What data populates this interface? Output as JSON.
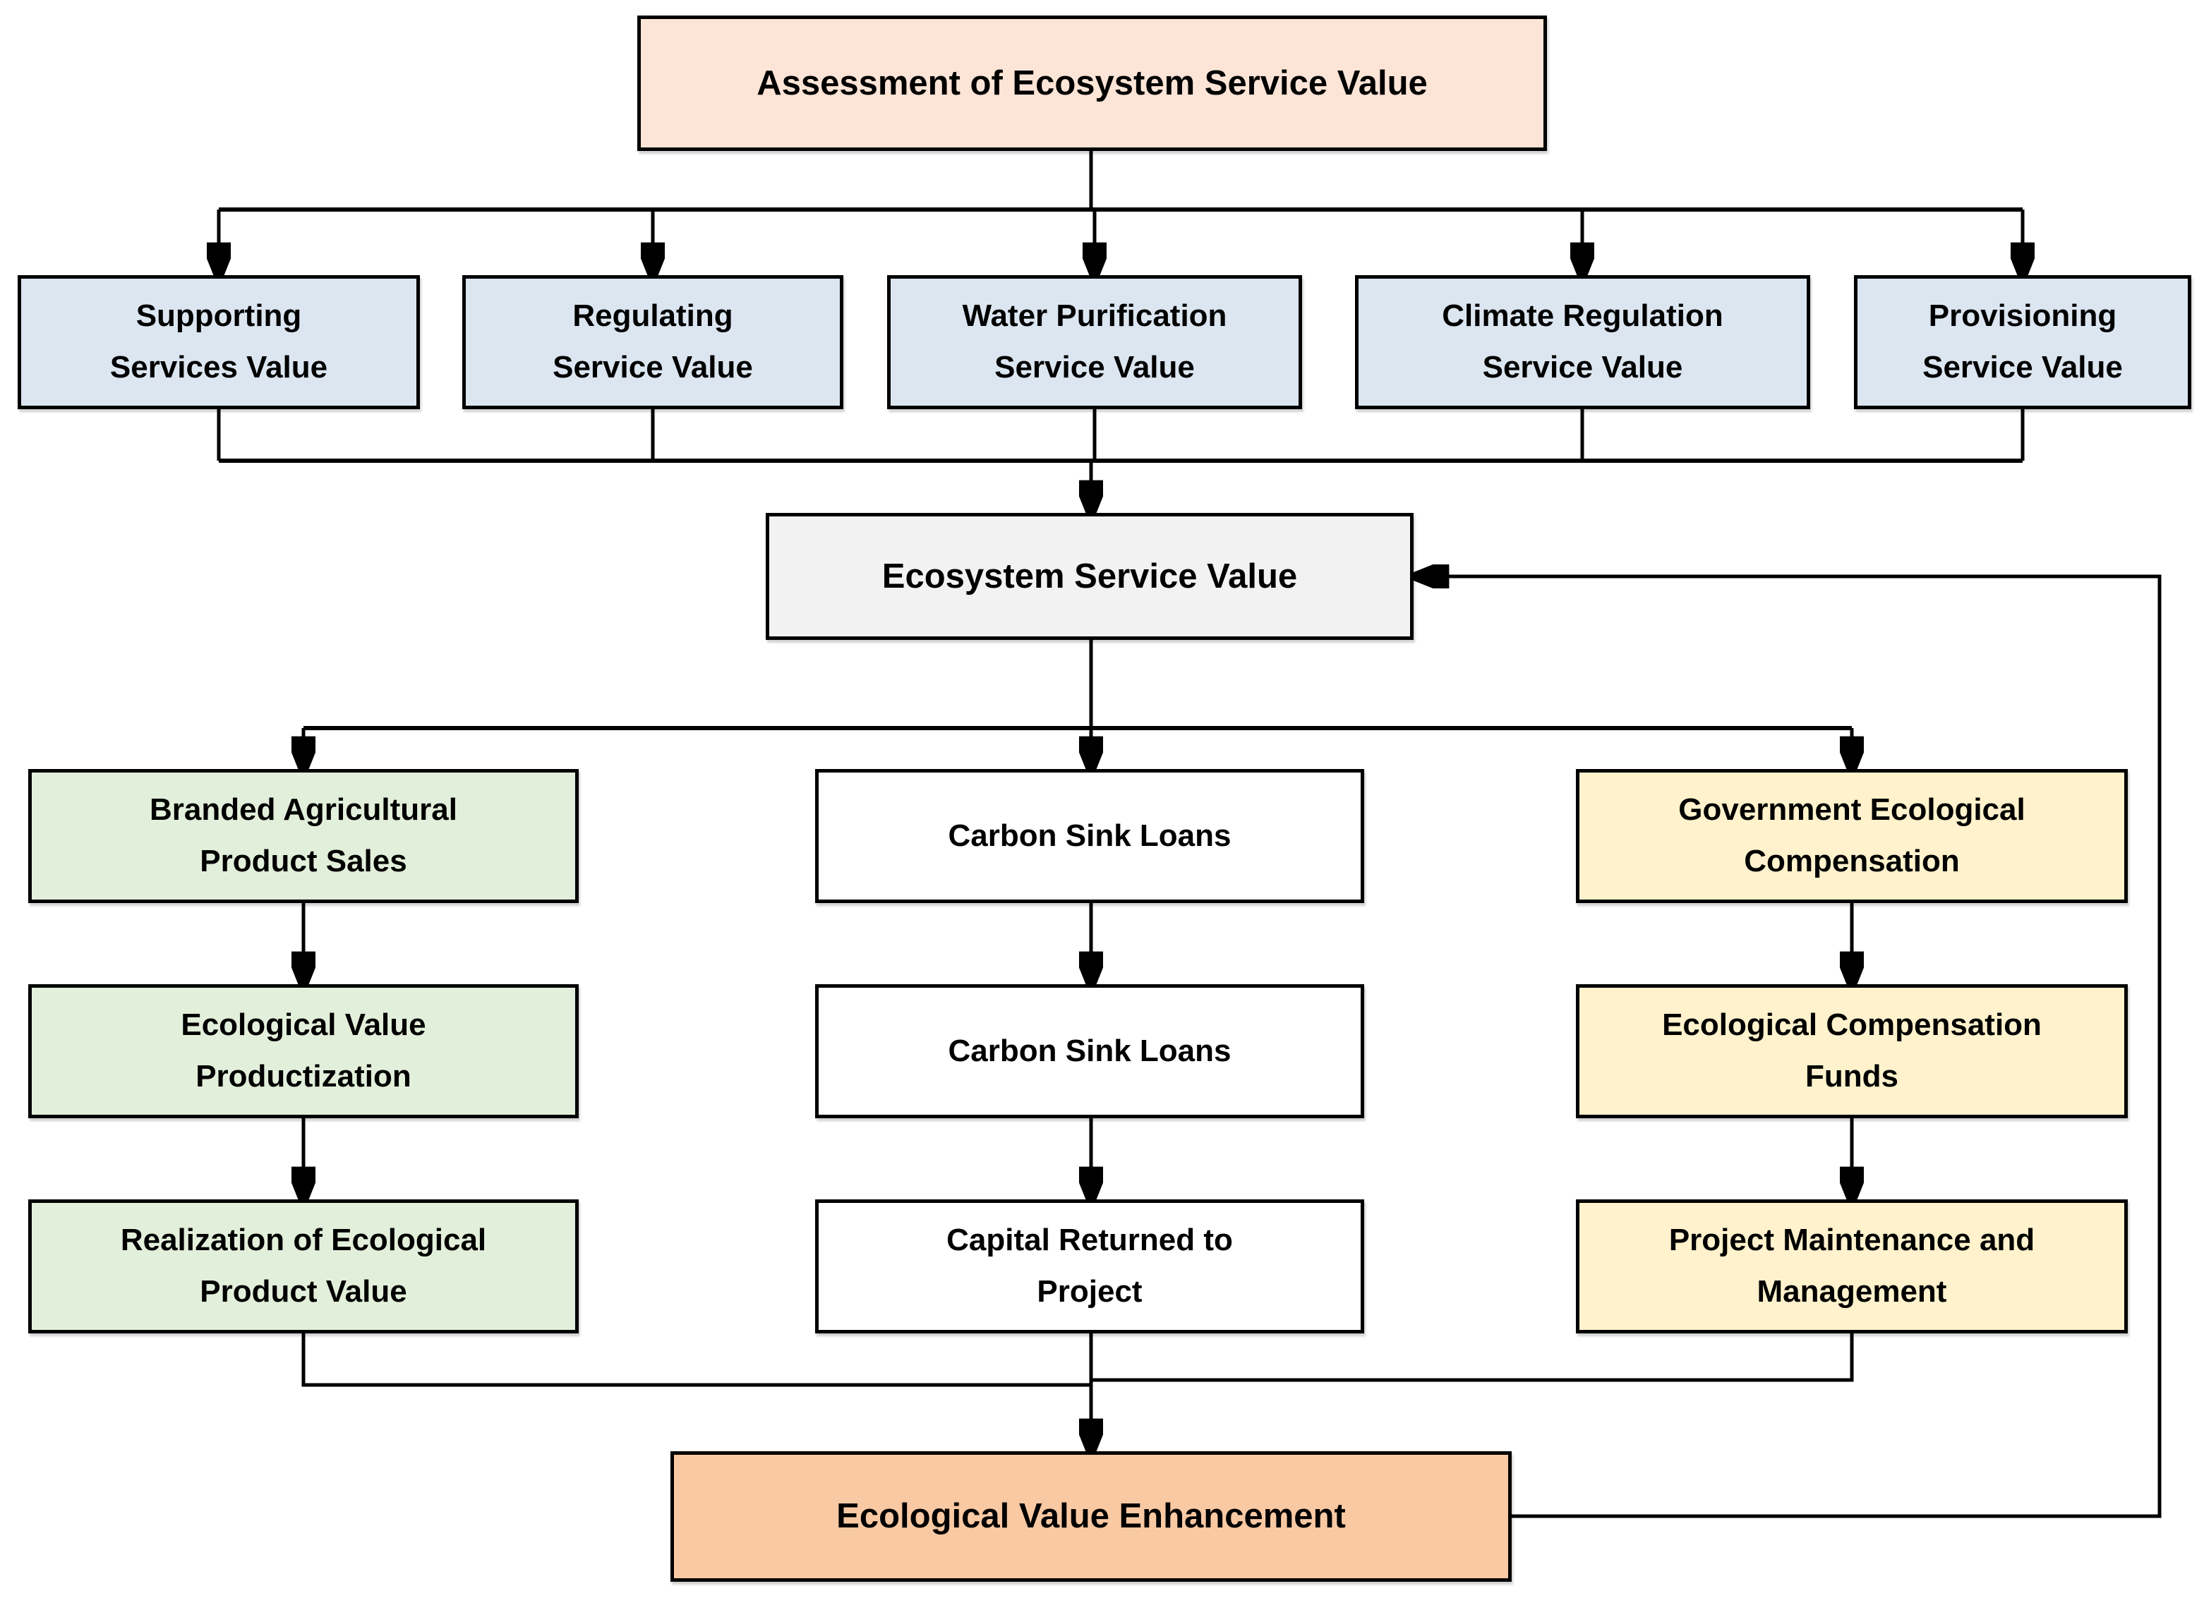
{
  "colors": {
    "root_bg": "#FCE4D6",
    "service_bg": "#DCE6F1",
    "hub_bg": "#F2F2F2",
    "sales_bg": "#E2EFDA",
    "loans_bg": "#FFFFFF",
    "gov_bg": "#FFF2CC",
    "result_bg": "#F9C9A3",
    "border": "#000000",
    "line": "#000000"
  },
  "nodes": {
    "root": {
      "label": "Assessment of Ecosystem Service Value"
    },
    "services": [
      {
        "label": "Supporting\nServices Value"
      },
      {
        "label": "Regulating\nService Value"
      },
      {
        "label": "Water Purification\nService Value"
      },
      {
        "label": "Climate Regulation\nService Value"
      },
      {
        "label": "Provisioning\nService Value"
      }
    ],
    "hub": {
      "label": "Ecosystem Service Value"
    },
    "sales_path": [
      {
        "label": "Branded Agricultural\nProduct Sales"
      },
      {
        "label": "Ecological Value\nProductization"
      },
      {
        "label": "Realization of Ecological\nProduct Value"
      }
    ],
    "loans_path": [
      {
        "label": "Carbon Sink Loans"
      },
      {
        "label": "Carbon Sink Loans"
      },
      {
        "label": "Capital Returned to\nProject"
      }
    ],
    "gov_path": [
      {
        "label": "Government Ecological\nCompensation"
      },
      {
        "label": "Ecological Compensation\nFunds"
      },
      {
        "label": "Project Maintenance and\nManagement"
      }
    ],
    "result": {
      "label": "Ecological Value Enhancement"
    }
  }
}
